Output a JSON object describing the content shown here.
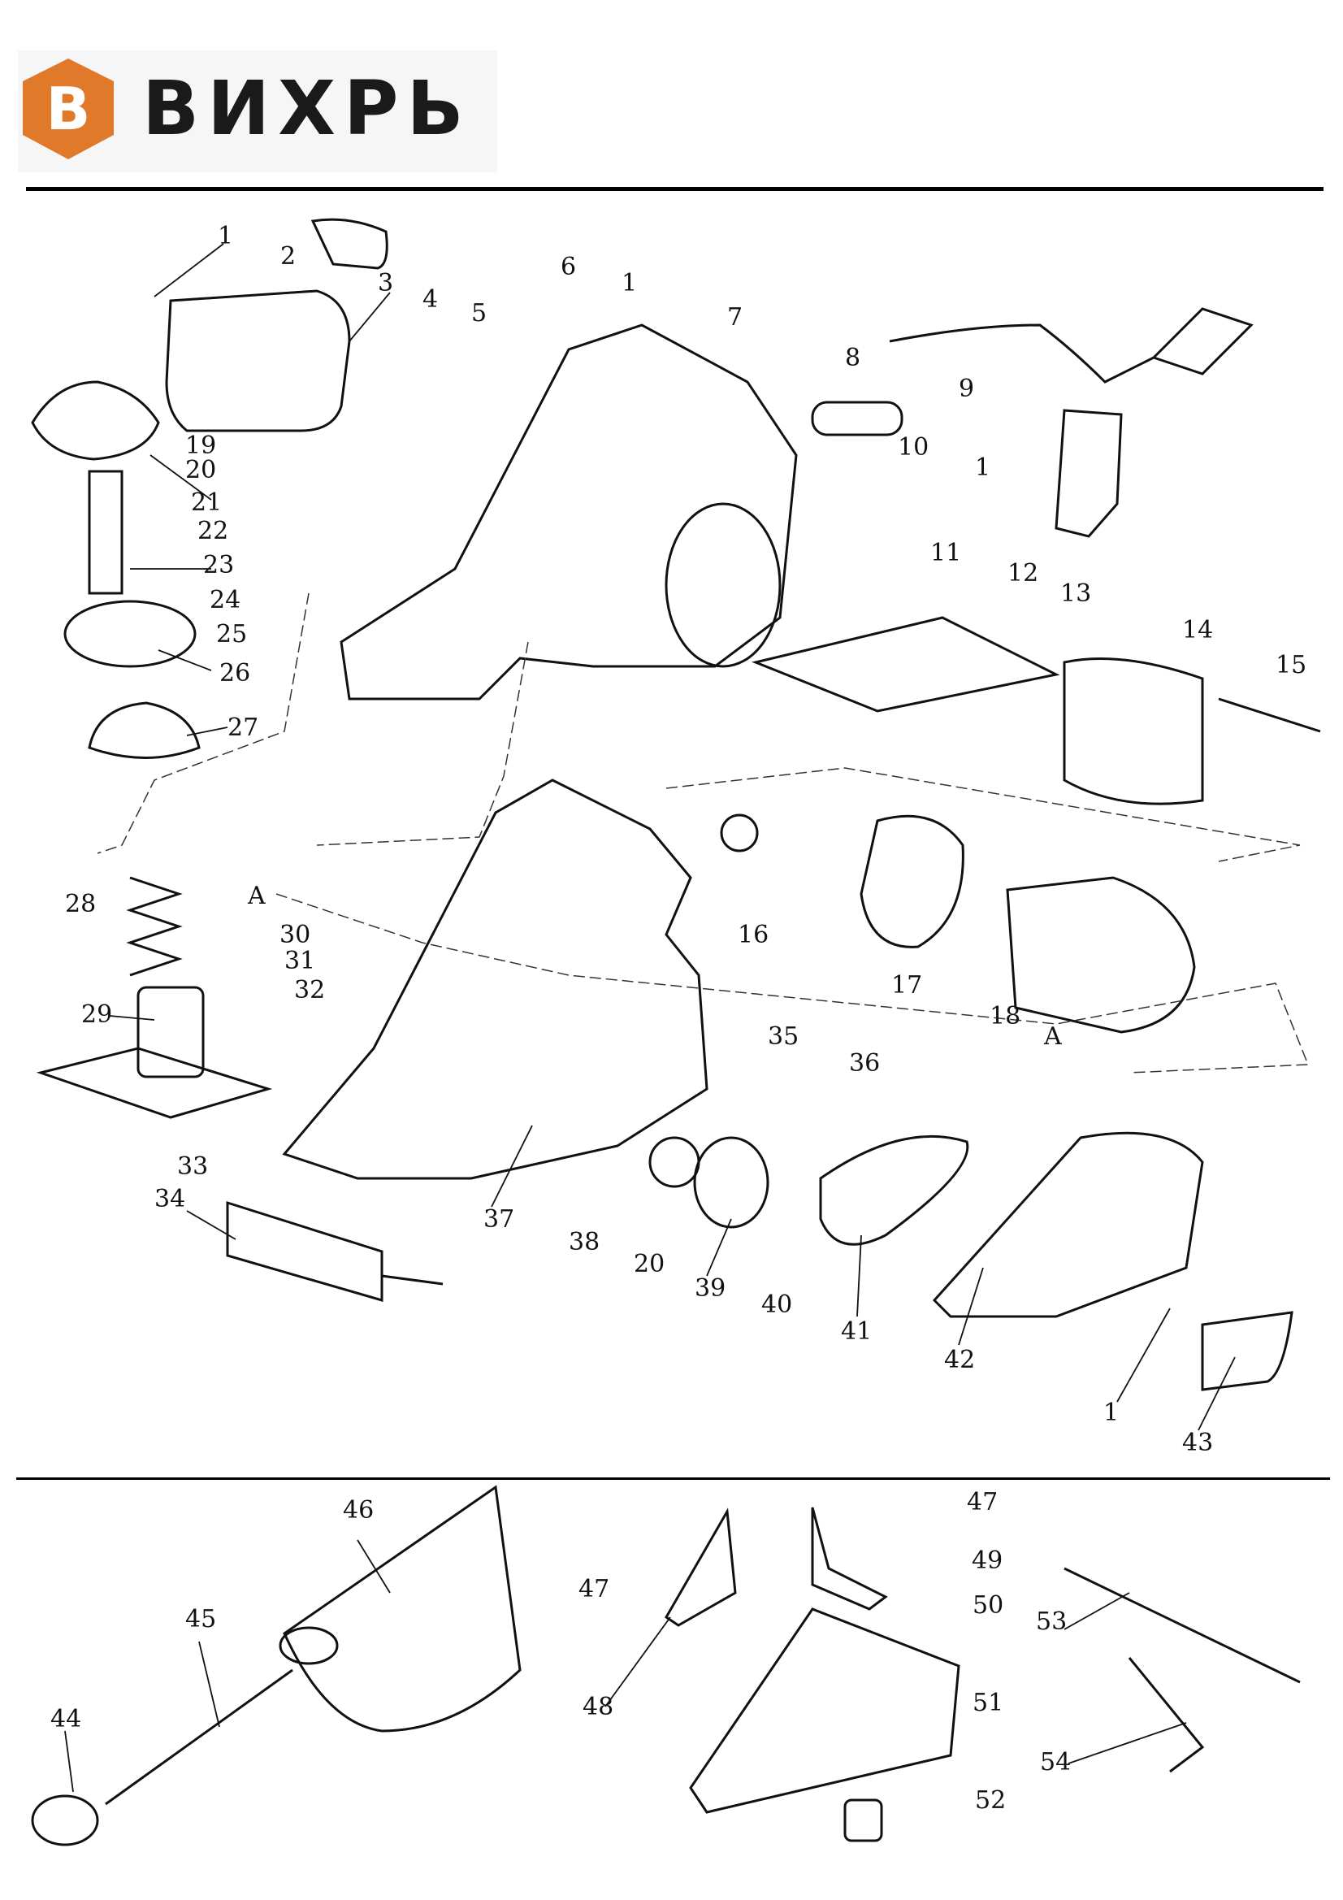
{
  "brand": {
    "name": "ВИХРЬ",
    "logo_letter": "В",
    "logo_color": "#e07a2a"
  },
  "callouts": [
    {
      "id": "c1a",
      "text": "1"
    },
    {
      "id": "c2",
      "text": "2"
    },
    {
      "id": "c3",
      "text": "3"
    },
    {
      "id": "c4",
      "text": "4"
    },
    {
      "id": "c5",
      "text": "5"
    },
    {
      "id": "c6",
      "text": "6"
    },
    {
      "id": "c1b",
      "text": "1"
    },
    {
      "id": "c7",
      "text": "7"
    },
    {
      "id": "c8",
      "text": "8"
    },
    {
      "id": "c9",
      "text": "9"
    },
    {
      "id": "c10",
      "text": "10"
    },
    {
      "id": "c1c",
      "text": "1"
    },
    {
      "id": "c11",
      "text": "11"
    },
    {
      "id": "c12",
      "text": "12"
    },
    {
      "id": "c13",
      "text": "13"
    },
    {
      "id": "c14",
      "text": "14"
    },
    {
      "id": "c15",
      "text": "15"
    },
    {
      "id": "c19",
      "text": "19"
    },
    {
      "id": "c20a",
      "text": "20"
    },
    {
      "id": "c21",
      "text": "21"
    },
    {
      "id": "c22",
      "text": "22"
    },
    {
      "id": "c23",
      "text": "23"
    },
    {
      "id": "c24",
      "text": "24"
    },
    {
      "id": "c25",
      "text": "25"
    },
    {
      "id": "c26",
      "text": "26"
    },
    {
      "id": "c27",
      "text": "27"
    },
    {
      "id": "c28",
      "text": "28"
    },
    {
      "id": "cA1",
      "text": "A"
    },
    {
      "id": "c30",
      "text": "30"
    },
    {
      "id": "c31",
      "text": "31"
    },
    {
      "id": "c32",
      "text": "32"
    },
    {
      "id": "c29",
      "text": "29"
    },
    {
      "id": "c16",
      "text": "16"
    },
    {
      "id": "c17",
      "text": "17"
    },
    {
      "id": "c18",
      "text": "18"
    },
    {
      "id": "cA2",
      "text": "A"
    },
    {
      "id": "c35",
      "text": "35"
    },
    {
      "id": "c36",
      "text": "36"
    },
    {
      "id": "c33",
      "text": "33"
    },
    {
      "id": "c34",
      "text": "34"
    },
    {
      "id": "c37",
      "text": "37"
    },
    {
      "id": "c38",
      "text": "38"
    },
    {
      "id": "c20b",
      "text": "20"
    },
    {
      "id": "c39",
      "text": "39"
    },
    {
      "id": "c40",
      "text": "40"
    },
    {
      "id": "c41",
      "text": "41"
    },
    {
      "id": "c42",
      "text": "42"
    },
    {
      "id": "c1d",
      "text": "1"
    },
    {
      "id": "c43",
      "text": "43"
    },
    {
      "id": "c46",
      "text": "46"
    },
    {
      "id": "c45",
      "text": "45"
    },
    {
      "id": "c44",
      "text": "44"
    },
    {
      "id": "c47a",
      "text": "47"
    },
    {
      "id": "c48",
      "text": "48"
    },
    {
      "id": "c47b",
      "text": "47"
    },
    {
      "id": "c49",
      "text": "49"
    },
    {
      "id": "c50",
      "text": "50"
    },
    {
      "id": "c51",
      "text": "51"
    },
    {
      "id": "c52",
      "text": "52"
    },
    {
      "id": "c53",
      "text": "53"
    },
    {
      "id": "c54",
      "text": "54"
    }
  ]
}
